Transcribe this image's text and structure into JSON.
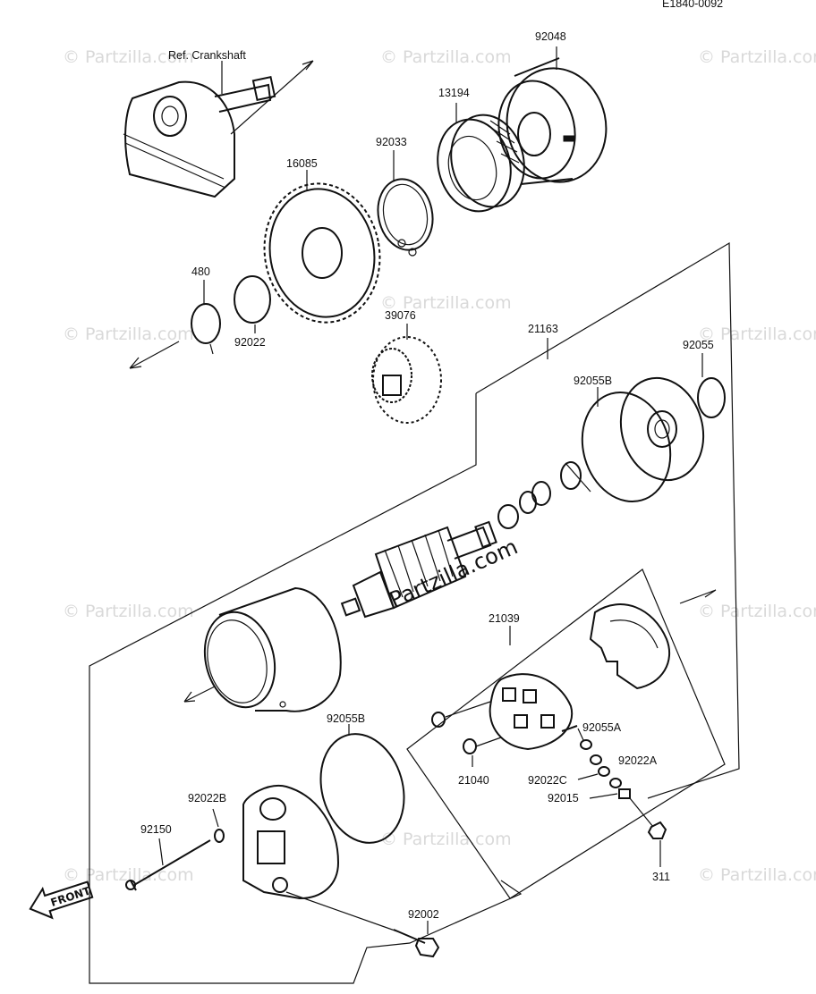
{
  "diagram_code": "E1840-0092",
  "ref_label": "Ref. Crankshaft",
  "front_label": "FRONT",
  "watermark_text": "© Partzilla.com",
  "watermark_center": "Partzilla.com",
  "parts": {
    "p92048": "92048",
    "p13194": "13194",
    "p92033": "92033",
    "p16085": "16085",
    "p480": "480",
    "p92022": "92022",
    "p39076": "39076",
    "p21163": "21163",
    "p92055": "92055",
    "p92055B_top": "92055B",
    "p21039": "21039",
    "p92055B_mid": "92055B",
    "p92055A": "92055A",
    "p92022A": "92022A",
    "p92022C": "92022C",
    "p92015": "92015",
    "p21040": "21040",
    "p92022B": "92022B",
    "p92150": "92150",
    "p311": "311",
    "p92002": "92002"
  }
}
